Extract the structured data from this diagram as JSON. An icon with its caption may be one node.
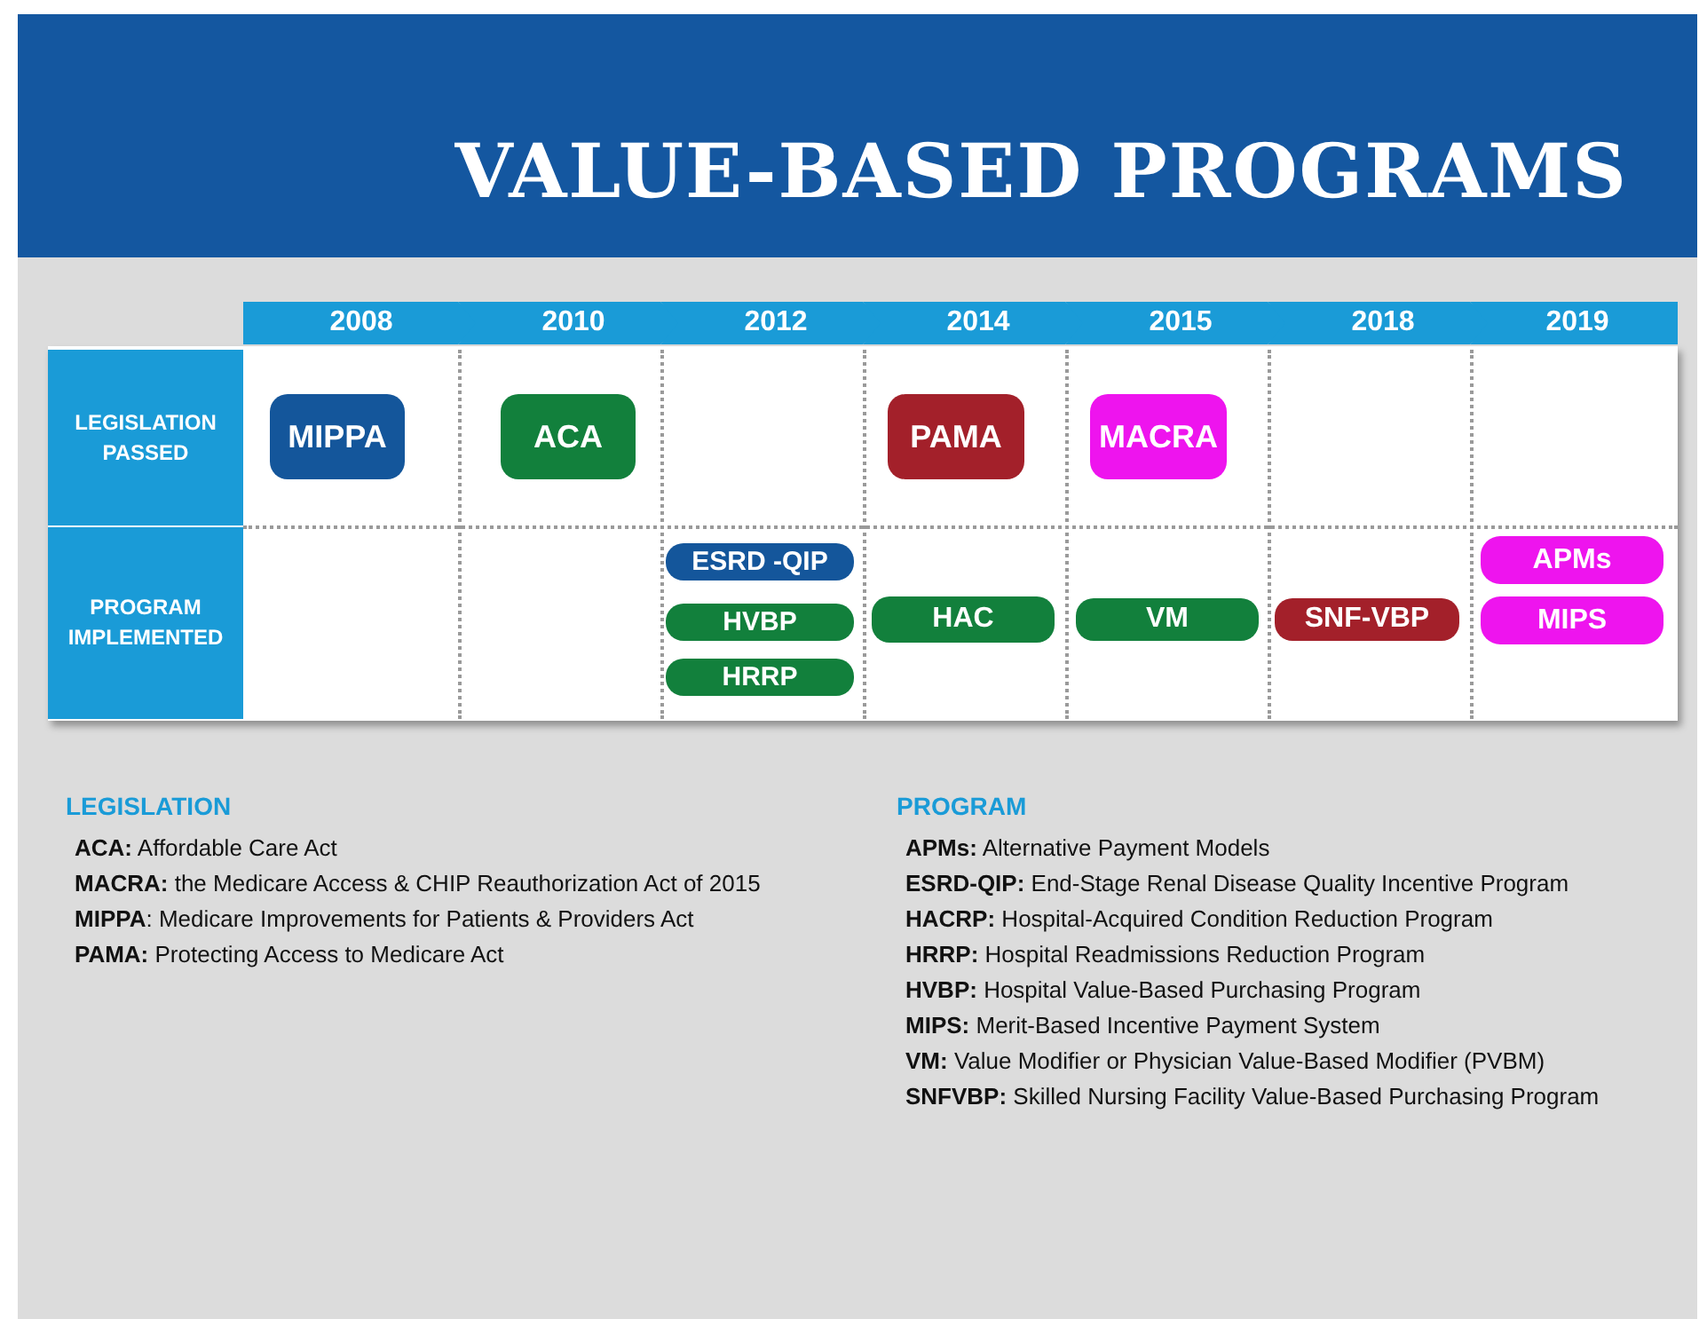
{
  "diagram": {
    "title": "VALUE-BASED PROGRAMS",
    "nodes": [
      {
        "text": [
          "2008"
        ]
      },
      {
        "text": [
          "2010"
        ]
      },
      {
        "text": [
          "2012"
        ]
      },
      {
        "text": [
          "2014"
        ]
      },
      {
        "text": [
          "2015"
        ]
      },
      {
        "text": [
          "2018"
        ]
      },
      {
        "text": [
          "2019"
        ]
      },
      {
        "text": [
          "LEGISLATION PASSED"
        ]
      },
      {
        "text": [
          "PROGRAM IMPLEMENTED"
        ]
      },
      {
        "text": [
          "MIPPA"
        ]
      },
      {
        "text": [
          "ACA"
        ]
      },
      {
        "text": [
          "PAMA"
        ]
      },
      {
        "text": [
          "MACRA"
        ]
      },
      {
        "text": [
          "ESRD -QIP"
        ]
      },
      {
        "text": [
          "APMs"
        ]
      },
      {
        "text": [
          "HVBP"
        ]
      },
      {
        "text": [
          "HAC"
        ]
      },
      {
        "text": [
          "VM"
        ]
      },
      {
        "text": [
          "SNF-VBP"
        ]
      },
      {
        "text": [
          "MIPS"
        ]
      },
      {
        "text": [
          "HRRP"
        ]
      }
    ],
    "edges": [],
    "labels": [
      "LEGISLATION",
      "**ACA:** Affordable Care Act",
      "**MACRA:** the Medicare Access & CHIP Reauthorization Act of 2015",
      "**MIPPA**: Medicare Improvements for Patients & Providers Act",
      "**PAMA:** Protecting Access to Medicare Act",
      "PROGRAM",
      "**APMs:** Alternative Payment Models",
      "**ESRD-QIP:** End-Stage Renal Disease Quality Incentive Program",
      "**HACRP:** Hospital-Acquired Condition Reduction Program",
      "**HRRP:** Hospital Readmissions Reduction Program",
      "**HVBP:** Hospital Value-Based Purchasing Program",
      "**MIPS:** Merit-Based Incentive Payment System",
      "**VM:** Value Modifier or Physician Value-Based Modifier (PVBM)",
      "**SNFVBP:** Skilled Nursing Facility Value-Based Purchasing Program"
    ]
  }
}
